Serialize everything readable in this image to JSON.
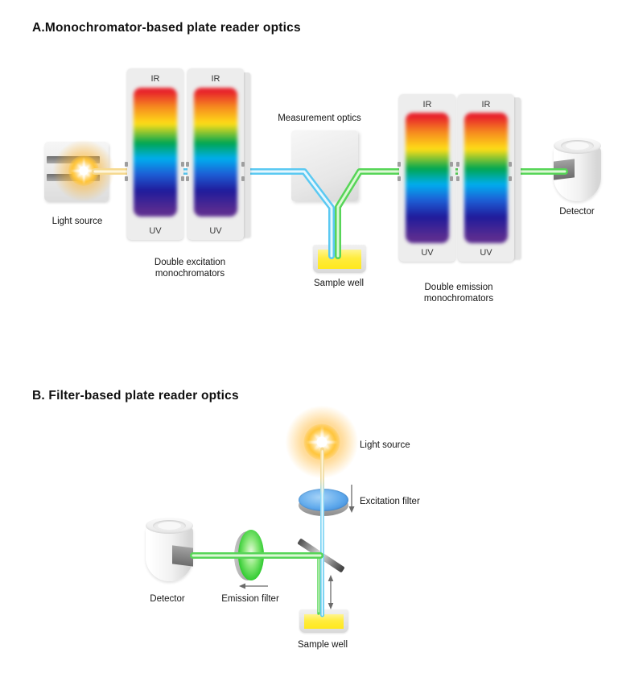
{
  "colors": {
    "beam_yellow": "#F6D98F",
    "beam_yellow_core": "#FFF6DC",
    "beam_cyan": "#5BC9F2",
    "beam_cyan_core": "#E6F7FE",
    "beam_green": "#57D558",
    "beam_green_core": "#DDF8D6",
    "liquid_yellow": "#FFE81E",
    "arrow_gray": "#6B6B6B",
    "spec_red": "#E8222B",
    "spec_orange": "#F68B1F",
    "spec_yellow": "#FFDE17",
    "spec_green": "#00A651",
    "spec_cyan": "#00AEEF",
    "spec_blue": "#1D5FD6",
    "spec_navy": "#201B9B",
    "spec_violet": "#5B2D90"
  },
  "section_a": {
    "title": "A.Monochromator-based plate reader optics",
    "light_source_label": "Light source",
    "excitation_label_1": "Double excitation",
    "excitation_label_2": "monochromators",
    "measurement_optics_label": "Measurement optics",
    "sample_well_label": "Sample well",
    "emission_label_1": "Double emission",
    "emission_label_2": "monochromators",
    "detector_label": "Detector",
    "ir_label": "IR",
    "uv_label": "UV"
  },
  "section_b": {
    "title": "B. Filter-based plate reader optics",
    "light_source_label": "Light source",
    "excitation_filter_label": "Excitation filter",
    "emission_filter_label": "Emission filter",
    "detector_label": "Detector",
    "sample_well_label": "Sample well"
  }
}
